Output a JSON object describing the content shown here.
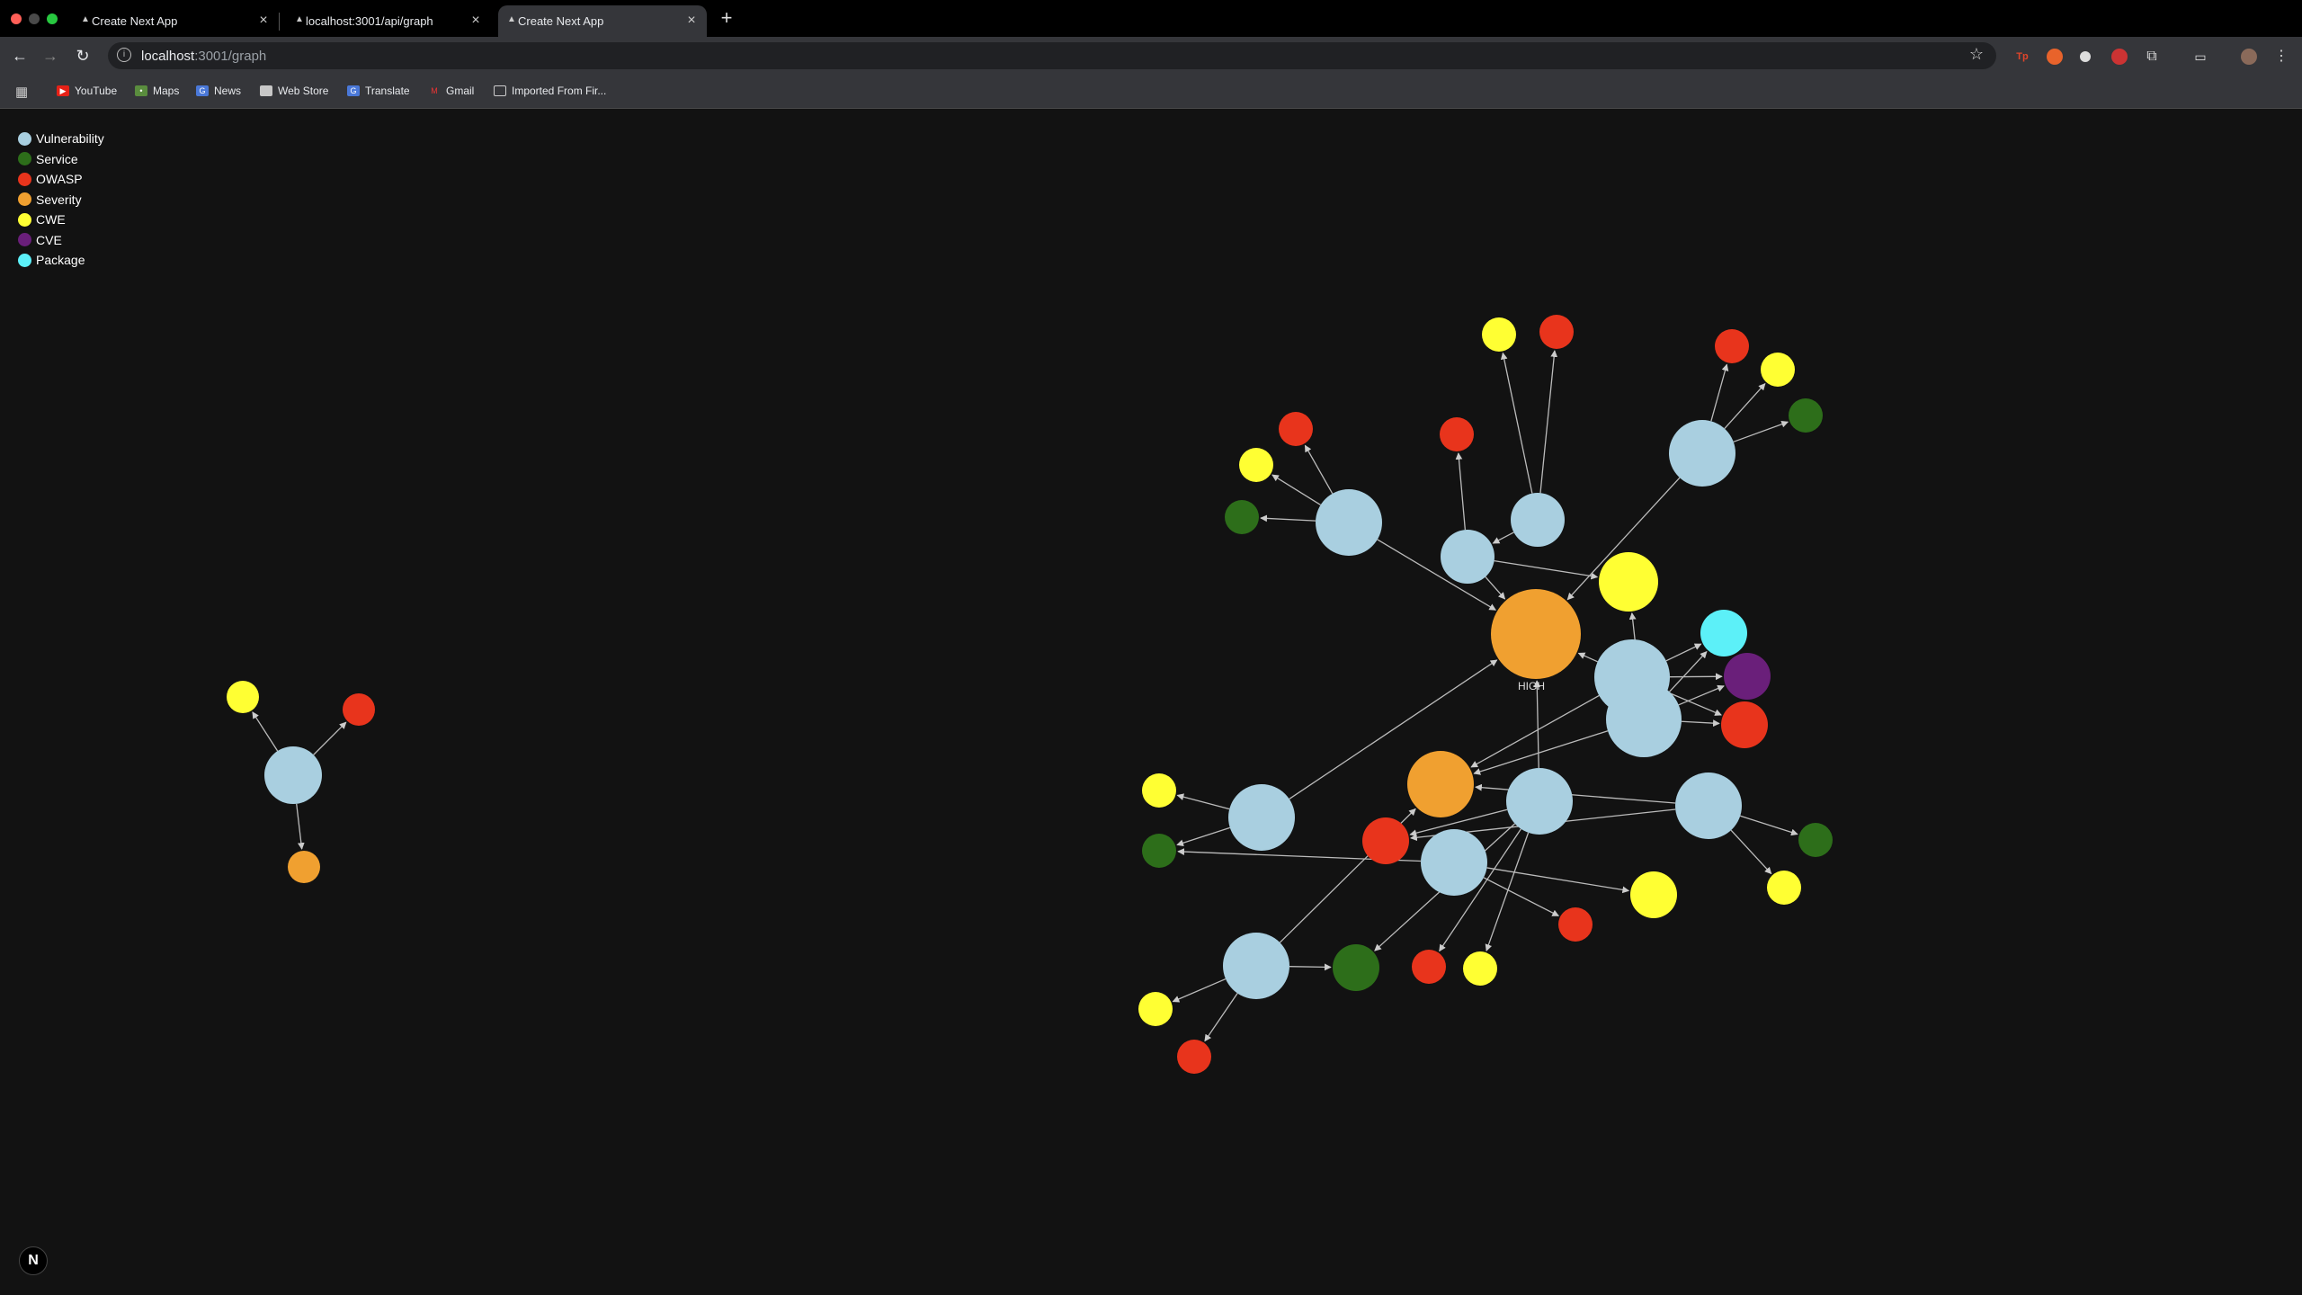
{
  "browser": {
    "tabs": [
      {
        "label": "Create Next App",
        "active": false
      },
      {
        "label": "localhost:3001/api/graph",
        "active": false
      },
      {
        "label": "Create Next App",
        "active": true
      }
    ],
    "new_tab_label": "+",
    "url_host": "localhost",
    "url_path": ":3001/graph",
    "bookmarks": [
      "YouTube",
      "Maps",
      "News",
      "Web Store",
      "Translate",
      "Gmail",
      "Imported From Fir..."
    ]
  },
  "legend": [
    {
      "label": "Vulnerability",
      "color": "#a9cfe0"
    },
    {
      "label": "Service",
      "color": "#2d6e1a"
    },
    {
      "label": "OWASP",
      "color": "#e8341c"
    },
    {
      "label": "Severity",
      "color": "#f0a030"
    },
    {
      "label": "CWE",
      "color": "#ffff33"
    },
    {
      "label": "CVE",
      "color": "#6a1f7a"
    },
    {
      "label": "Package",
      "color": "#5cf0f8"
    }
  ],
  "graph": {
    "node_labels": [
      "HIGH"
    ],
    "nodes": [
      {
        "id": "A",
        "type": "Vulnerability"
      },
      {
        "id": "A1",
        "type": "CWE"
      },
      {
        "id": "A2",
        "type": "OWASP"
      },
      {
        "id": "A3",
        "type": "Severity"
      },
      {
        "id": "H",
        "type": "Severity",
        "label": "HIGH"
      },
      {
        "id": "M",
        "type": "Severity"
      },
      {
        "id": "V1",
        "type": "Vulnerability"
      },
      {
        "id": "V2",
        "type": "Vulnerability"
      },
      {
        "id": "V3",
        "type": "Vulnerability"
      },
      {
        "id": "V4",
        "type": "Vulnerability"
      },
      {
        "id": "V5",
        "type": "Vulnerability"
      },
      {
        "id": "V6",
        "type": "Vulnerability"
      },
      {
        "id": "V7",
        "type": "Vulnerability"
      },
      {
        "id": "V8",
        "type": "Vulnerability"
      },
      {
        "id": "V9",
        "type": "Vulnerability"
      },
      {
        "id": "V10",
        "type": "Vulnerability"
      },
      {
        "id": "V11",
        "type": "Vulnerability"
      },
      {
        "id": "Y1",
        "type": "CWE"
      },
      {
        "id": "R1",
        "type": "OWASP"
      },
      {
        "id": "R2",
        "type": "OWASP"
      },
      {
        "id": "Y2",
        "type": "CWE"
      },
      {
        "id": "G1",
        "type": "Service"
      },
      {
        "id": "R3",
        "type": "OWASP"
      },
      {
        "id": "R4",
        "type": "OWASP"
      },
      {
        "id": "Y3",
        "type": "CWE"
      },
      {
        "id": "G2",
        "type": "Service"
      },
      {
        "id": "Y4",
        "type": "CWE"
      },
      {
        "id": "C1",
        "type": "Package"
      },
      {
        "id": "P1",
        "type": "CVE"
      },
      {
        "id": "R5",
        "type": "OWASP"
      },
      {
        "id": "Y5",
        "type": "CWE"
      },
      {
        "id": "G3",
        "type": "Service"
      },
      {
        "id": "R6",
        "type": "OWASP"
      },
      {
        "id": "G4",
        "type": "Service"
      },
      {
        "id": "R7",
        "type": "OWASP"
      },
      {
        "id": "Y6",
        "type": "CWE"
      },
      {
        "id": "Y7",
        "type": "CWE"
      },
      {
        "id": "G5",
        "type": "Service"
      },
      {
        "id": "R8",
        "type": "OWASP"
      },
      {
        "id": "Y8",
        "type": "CWE"
      },
      {
        "id": "Y9",
        "type": "CWE"
      },
      {
        "id": "R9",
        "type": "OWASP"
      }
    ],
    "edges": [
      [
        "A",
        "A1"
      ],
      [
        "A",
        "A2"
      ],
      [
        "A",
        "A3"
      ],
      [
        "V1",
        "Y1"
      ],
      [
        "V1",
        "R1"
      ],
      [
        "V2",
        "R2"
      ],
      [
        "V2",
        "Y2"
      ],
      [
        "V2",
        "G1"
      ],
      [
        "V2",
        "H"
      ],
      [
        "V3",
        "R3"
      ],
      [
        "V3",
        "H"
      ],
      [
        "V3",
        "Y4"
      ],
      [
        "V1",
        "V3"
      ],
      [
        "V4",
        "R4"
      ],
      [
        "V4",
        "Y3"
      ],
      [
        "V4",
        "G2"
      ],
      [
        "V4",
        "H"
      ],
      [
        "V5",
        "C1"
      ],
      [
        "V5",
        "P1"
      ],
      [
        "V5",
        "R5"
      ],
      [
        "V5",
        "H"
      ],
      [
        "V5",
        "M"
      ],
      [
        "V6",
        "C1"
      ],
      [
        "V6",
        "P1"
      ],
      [
        "V6",
        "R5"
      ],
      [
        "V6",
        "Y4"
      ],
      [
        "V6",
        "M"
      ],
      [
        "V7",
        "Y5"
      ],
      [
        "V7",
        "G3"
      ],
      [
        "V7",
        "M"
      ],
      [
        "V7",
        "R6"
      ],
      [
        "V8",
        "R6"
      ],
      [
        "V8",
        "G4"
      ],
      [
        "V8",
        "R7"
      ],
      [
        "V8",
        "Y6"
      ],
      [
        "V8",
        "H"
      ],
      [
        "V9",
        "H"
      ],
      [
        "V9",
        "Y7"
      ],
      [
        "V9",
        "G5"
      ],
      [
        "V10",
        "G5"
      ],
      [
        "V10",
        "R8"
      ],
      [
        "V10",
        "Y8"
      ],
      [
        "V11",
        "G4"
      ],
      [
        "V11",
        "Y9"
      ],
      [
        "V11",
        "R9"
      ],
      [
        "V11",
        "M"
      ]
    ]
  }
}
